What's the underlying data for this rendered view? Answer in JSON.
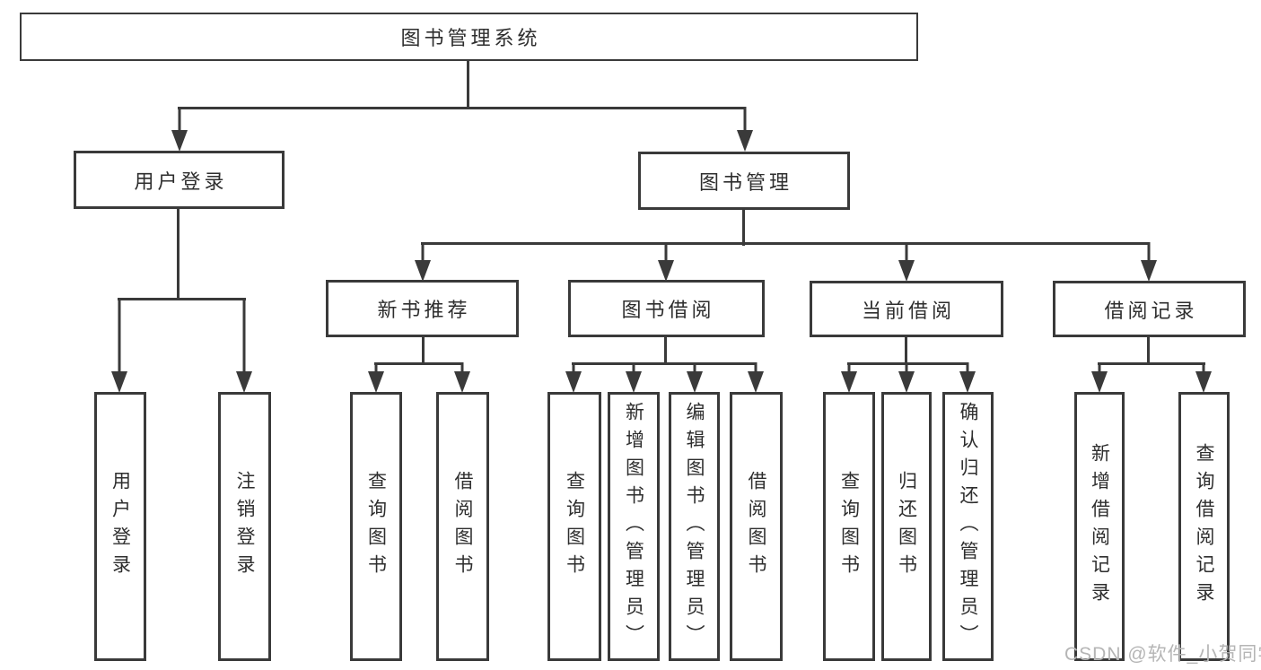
{
  "tree": {
    "root": {
      "label": "图书管理系统"
    },
    "user_login": {
      "label": "用户登录",
      "children": [
        "用户登录",
        "注销登录"
      ]
    },
    "book_mgmt": {
      "label": "图书管理"
    },
    "new_book": {
      "label": "新书推荐",
      "children": [
        "查询图书",
        "借阅图书"
      ]
    },
    "book_borrow": {
      "label": "图书借阅",
      "children": [
        "查询图书",
        "新增图书（管理员）",
        "编辑图书（管理员）",
        "借阅图书"
      ]
    },
    "current_borrow": {
      "label": "当前借阅",
      "children": [
        "查询图书",
        "归还图书",
        "确认归还（管理员）"
      ]
    },
    "borrow_record": {
      "label": "借阅记录",
      "children": [
        "新增借阅记录",
        "查询借阅记录"
      ]
    }
  },
  "watermark": "CSDN @软件_小贺同学",
  "colors": {
    "line": "#3a3a3a",
    "text": "#2e2e2e",
    "watermark": "#b5b5b5",
    "background": "#ffffff"
  }
}
